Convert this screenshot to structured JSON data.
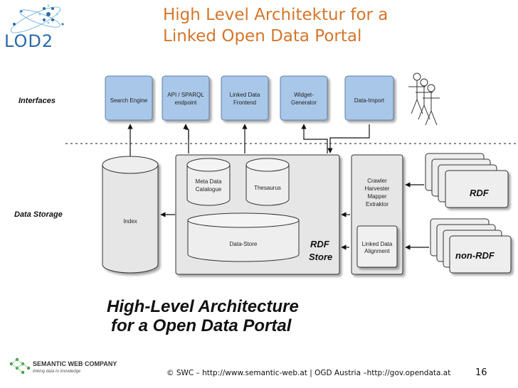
{
  "logo": {
    "text": "LOD2"
  },
  "title": {
    "line1": "High Level Architektur for a",
    "line2": "Linked Open Data Portal"
  },
  "diagram": {
    "rows": {
      "interfaces": "Interfaces",
      "storage": "Data Storage"
    },
    "interfaces": [
      {
        "id": "search",
        "lines": [
          "Search Engine"
        ]
      },
      {
        "id": "sparql",
        "lines": [
          "API / SPARQL",
          "endpoint"
        ]
      },
      {
        "id": "lodfront",
        "lines": [
          "Linked Data",
          "Frontend"
        ]
      },
      {
        "id": "widget",
        "lines": [
          "Widget-",
          "Generator"
        ]
      },
      {
        "id": "import",
        "lines": [
          "Data-Import"
        ]
      }
    ],
    "index": "Index",
    "meta": [
      "Meta Data",
      "Catalogue"
    ],
    "thesaurus": "Thesaurus",
    "datastore": "Data-Store",
    "rdf_store": [
      "RDF",
      "Store"
    ],
    "crawler": [
      "Crawler",
      "Harvester",
      "Mapper",
      "Extraktor"
    ],
    "alignment": [
      "Linked Data",
      "Alignment"
    ],
    "rdf": "RDF",
    "non_rdf": "non-RDF",
    "colors": {
      "interface_fill": "#a9c7e8",
      "interface_stroke": "#5d7fa8",
      "storage_fill": "#e6e6e6",
      "storage_stroke": "#333333"
    }
  },
  "caption": {
    "line1": "High-Level Architecture",
    "line2": "for a Open Data Portal"
  },
  "footer": {
    "company": "SEMANTIC WEB COMPANY",
    "tagline": "linking data to knowledge",
    "text": "© SWC – http://www.semantic-web.at | OGD Austria –http://gov.opendata.at",
    "page": "16"
  }
}
